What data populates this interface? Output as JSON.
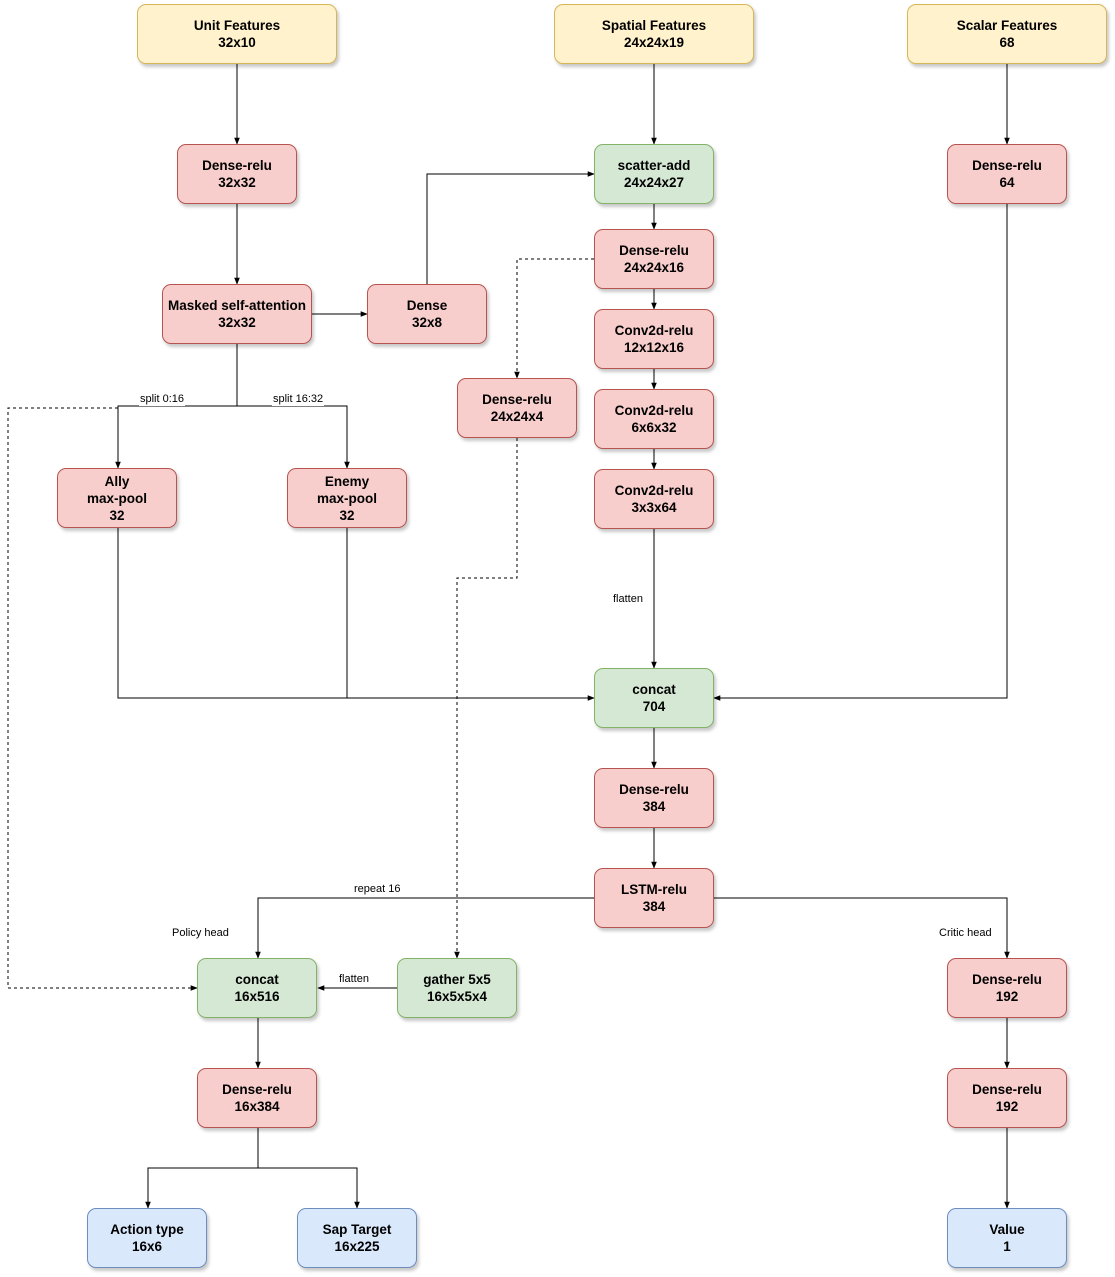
{
  "nodes": {
    "unit_features": {
      "title": "Unit Features",
      "dims": "32x10"
    },
    "spatial_features": {
      "title": "Spatial Features",
      "dims": "24x24x19"
    },
    "scalar_features": {
      "title": "Scalar Features",
      "dims": "68"
    },
    "unit_dense": {
      "title": "Dense-relu",
      "dims": "32x32"
    },
    "scatter_add": {
      "title": "scatter-add",
      "dims": "24x24x27"
    },
    "scalar_dense": {
      "title": "Dense-relu",
      "dims": "64"
    },
    "spatial_dense": {
      "title": "Dense-relu",
      "dims": "24x24x16"
    },
    "self_attention": {
      "title": "Masked self-attention",
      "dims": "32x32"
    },
    "dense_32x8": {
      "title": "Dense",
      "dims": "32x8"
    },
    "conv1": {
      "title": "Conv2d-relu",
      "dims": "12x12x16"
    },
    "spatial_dense_small": {
      "title": "Dense-relu",
      "dims": "24x24x4"
    },
    "conv2": {
      "title": "Conv2d-relu",
      "dims": "6x6x32"
    },
    "ally_pool": {
      "line1": "Ally",
      "line2": "max-pool",
      "dims": "32"
    },
    "enemy_pool": {
      "line1": "Enemy",
      "line2": "max-pool",
      "dims": "32"
    },
    "conv3": {
      "title": "Conv2d-relu",
      "dims": "3x3x64"
    },
    "concat_main": {
      "title": "concat",
      "dims": "704"
    },
    "torso_dense": {
      "title": "Dense-relu",
      "dims": "384"
    },
    "lstm": {
      "title": "LSTM-relu",
      "dims": "384"
    },
    "concat_policy": {
      "title": "concat",
      "dims": "16x516"
    },
    "gather": {
      "title": "gather 5x5",
      "dims": "16x5x5x4"
    },
    "critic_dense1": {
      "title": "Dense-relu",
      "dims": "192"
    },
    "policy_dense": {
      "title": "Dense-relu",
      "dims": "16x384"
    },
    "critic_dense2": {
      "title": "Dense-relu",
      "dims": "192"
    },
    "action_type": {
      "title": "Action type",
      "dims": "16x6"
    },
    "sap_target": {
      "title": "Sap Target",
      "dims": "16x225"
    },
    "value": {
      "title": "Value",
      "dims": "1"
    }
  },
  "labels": {
    "split_ally": "split 0:16",
    "split_enemy": "split 16:32",
    "flatten_spatial": "flatten",
    "repeat": "repeat 16",
    "policy_head": "Policy head",
    "critic_head": "Critic head",
    "flatten_gather": "flatten"
  },
  "colors": {
    "input_fill": "#fff2cc",
    "input_stroke": "#d6b656",
    "dense_fill": "#f8cecc",
    "dense_stroke": "#b85450",
    "merge_fill": "#d5e8d4",
    "merge_stroke": "#82b366",
    "output_fill": "#dae8fc",
    "output_stroke": "#6c8ebf"
  }
}
